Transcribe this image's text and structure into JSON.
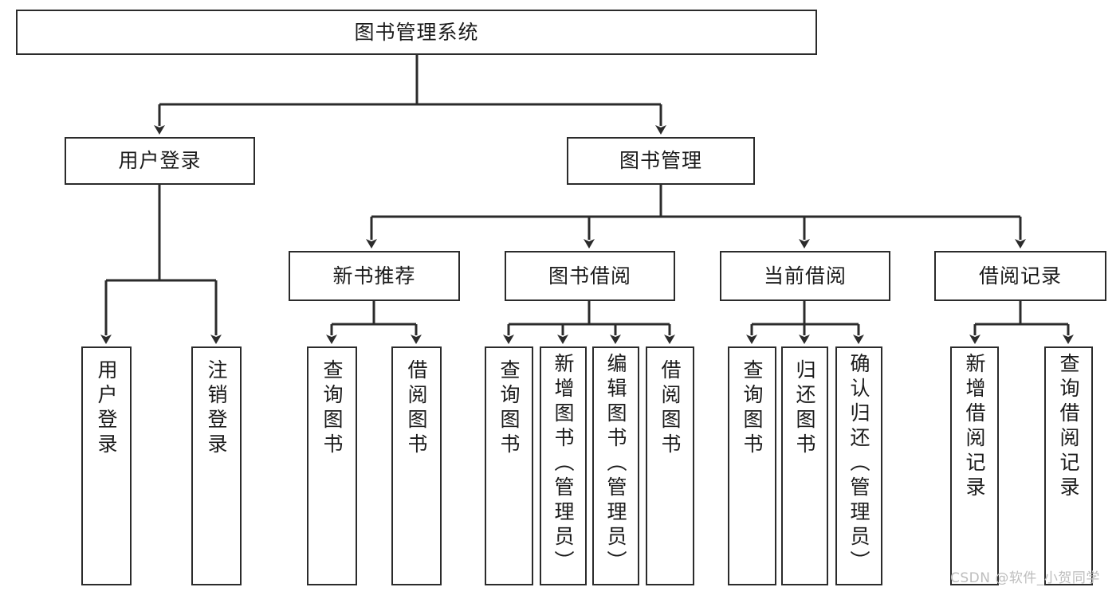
{
  "diagram": {
    "title": "图书管理系统",
    "watermark": "CSDN @软件_小贺同学",
    "line_color": "#2b2b2b",
    "box_fill": "#ffffff",
    "text_color": "#1b1b1b",
    "watermark_color": "#bdbdbd",
    "type": "tree-hierarchy-chart"
  },
  "nodes": {
    "root": {
      "label": "图书管理系统"
    },
    "level2": [
      {
        "label": "用户登录"
      },
      {
        "label": "图书管理"
      }
    ],
    "level3": [
      {
        "label": "新书推荐"
      },
      {
        "label": "图书借阅"
      },
      {
        "label": "当前借阅"
      },
      {
        "label": "借阅记录"
      }
    ],
    "leaves": {
      "user_login": [
        {
          "label": "用户登录"
        },
        {
          "label": "注销登录"
        }
      ],
      "new_book_rec": [
        {
          "label": "查询图书"
        },
        {
          "label": "借阅图书"
        }
      ],
      "book_borrow": [
        {
          "label": "查询图书"
        },
        {
          "label": "新增图书（管理员）"
        },
        {
          "label": "编辑图书（管理员）"
        },
        {
          "label": "借阅图书"
        }
      ],
      "current_borrow": [
        {
          "label": "查询图书"
        },
        {
          "label": "归还图书"
        },
        {
          "label": "确认归还（管理员）"
        }
      ],
      "borrow_records": [
        {
          "label": "新增借阅记录"
        },
        {
          "label": "查询借阅记录"
        }
      ]
    }
  }
}
